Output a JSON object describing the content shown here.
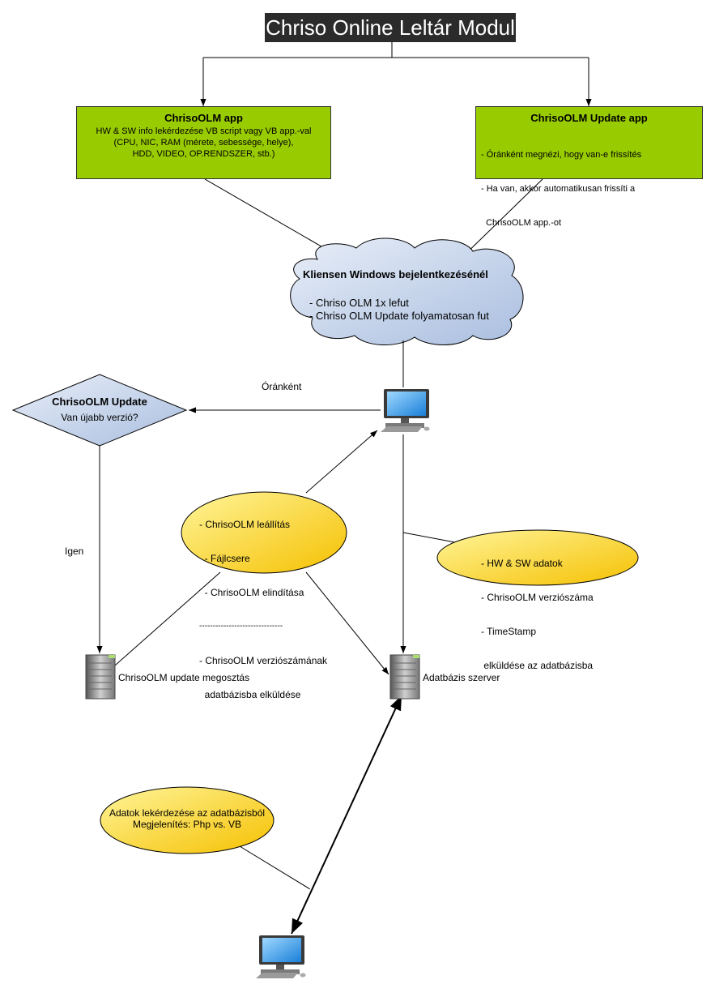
{
  "title": "Chriso Online Leltár Modul",
  "app_box": {
    "title": "ChrisoOLM app",
    "lines": [
      "HW & SW info lekérdezése VB script vagy VB app.-val",
      "(CPU, NIC, RAM (mérete, sebessége, helye),",
      "HDD, VIDEO, OP.RENDSZER, stb.)"
    ]
  },
  "update_box": {
    "title": "ChrisoOLM Update app",
    "lines": [
      "- Óránként megnézi, hogy van-e frissítés",
      "- Ha van, akkor automatikusan frissíti a",
      "  ChrisoOLM app.-ot"
    ]
  },
  "cloud": {
    "title": "Kliensen Windows bejelentkezésénél",
    "lines": [
      "- Chriso OLM 1x lefut",
      "- Chriso OLM Update folyamatosan fut"
    ]
  },
  "diamond": {
    "title": "ChrisoOLM Update",
    "subtitle": "Van újabb verzió?"
  },
  "labels": {
    "hourly": "Óránként",
    "yes": "Igen"
  },
  "update_oval": {
    "lines": [
      "- ChrisoOLM leállítás",
      "  - Fájlcsere",
      "  - ChrisoOLM elindítása",
      "-------------------------------",
      "- ChrisoOLM verziószámának",
      "  adatbázisba elküldése"
    ]
  },
  "data_oval": {
    "lines": [
      "- HW & SW adatok",
      "- ChrisoOLM verziószáma",
      "- TimeStamp",
      " elküldése az adatbázisba"
    ]
  },
  "query_oval": {
    "lines": [
      "Adatok lekérdezése az adatbázisból",
      "Megjelenítés: Php vs. VB"
    ]
  },
  "servers": {
    "share": "ChrisoOLM update megosztás",
    "db": "Adatbázis szerver"
  },
  "colors": {
    "green": "#99cc00",
    "cloud": "#c5d3ea",
    "diamond": "#c5d3ea",
    "oval_light": "#fff176",
    "oval_dark": "#f7c000",
    "title_bg": "#2b2b2b"
  },
  "icons": [
    "computer-icon",
    "server-icon"
  ]
}
